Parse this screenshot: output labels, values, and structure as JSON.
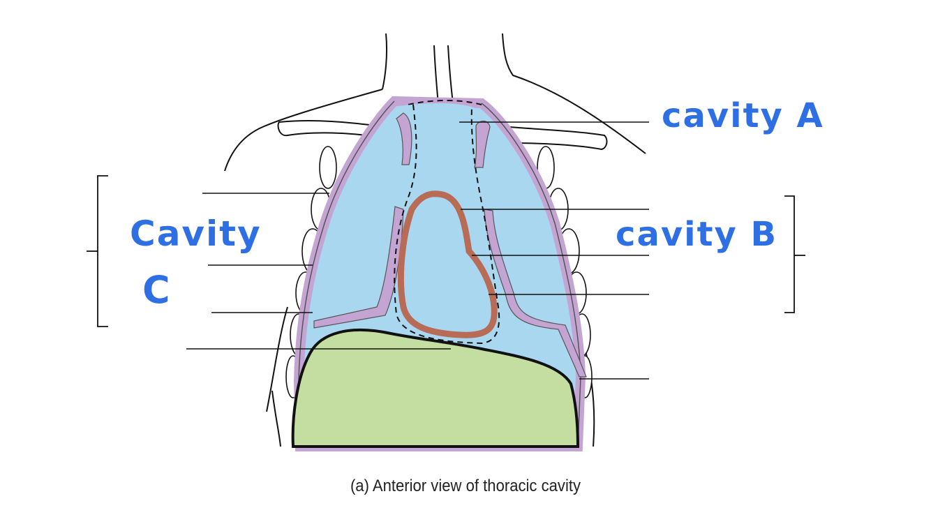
{
  "caption": "(a) Anterior view of thoracic cavity",
  "annotations": {
    "cavity_a": "cavity A",
    "cavity_b": "cavity B",
    "cavity_c_line1": "Cavity",
    "cavity_c_line2": "C"
  },
  "colors": {
    "cavity_fill": "#a9d7f0",
    "pleura": "#c3a4d3",
    "pericardium": "#b86b55",
    "diaphragm": "#c3dea0",
    "annotation": "#2f6fe4",
    "outline": "#111111"
  }
}
